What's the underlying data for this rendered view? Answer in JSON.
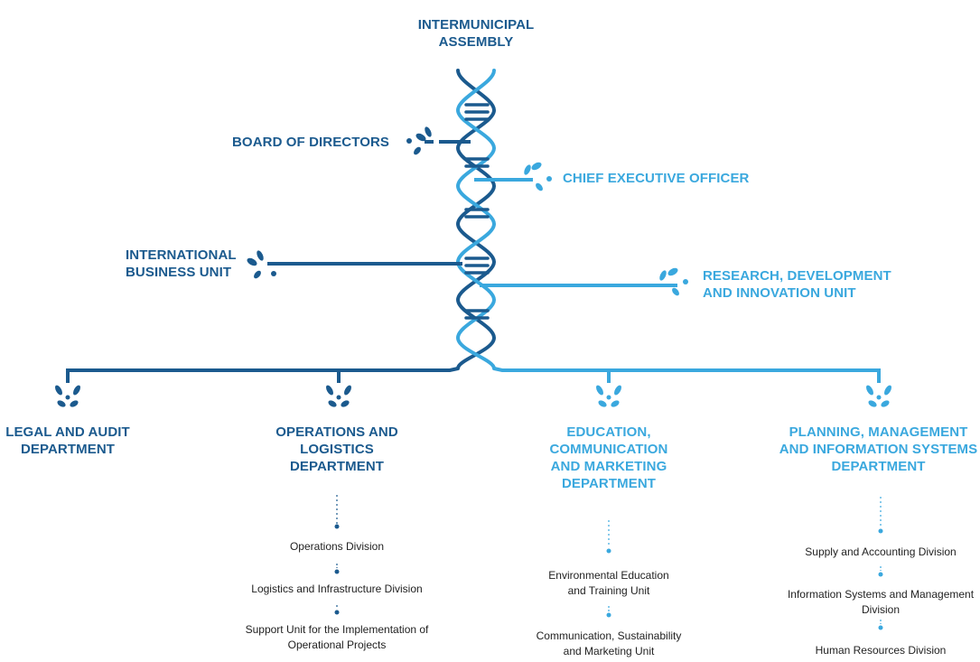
{
  "colors": {
    "dark": "#1b5a8e",
    "light": "#3aa8de"
  },
  "nodes": {
    "assembly": [
      "INTERMUNICIPAL",
      "ASSEMBLY"
    ],
    "board": "BOARD OF DIRECTORS",
    "ceo": "CHIEF EXECUTIVE OFFICER",
    "international": [
      "INTERNATIONAL",
      "BUSINESS UNIT"
    ],
    "research": [
      "RESEARCH, DEVELOPMENT",
      "AND INNOVATION UNIT"
    ],
    "legal": [
      "LEGAL AND AUDIT",
      "DEPARTMENT"
    ],
    "operations": [
      "OPERATIONS AND",
      "LOGISTICS",
      "DEPARTMENT"
    ],
    "education": [
      "EDUCATION,",
      "COMMUNICATION",
      "AND MARKETING",
      "DEPARTMENT"
    ],
    "planning": [
      "PLANNING, MANAGEMENT",
      "AND INFORMATION SYSTEMS",
      "DEPARTMENT"
    ]
  },
  "units": {
    "operations": [
      [
        "Operations Division"
      ],
      [
        "Logistics and Infrastructure Division"
      ],
      [
        "Support Unit for the Implementation of",
        "Operational Projects"
      ]
    ],
    "education": [
      [
        "Environmental Education",
        "and Training Unit"
      ],
      [
        "Communication, Sustainability",
        "and Marketing Unit"
      ]
    ],
    "planning": [
      [
        "Supply and Accounting Division"
      ],
      [
        "Information Systems and Management",
        "Division"
      ],
      [
        "Human Resources Division"
      ]
    ]
  }
}
